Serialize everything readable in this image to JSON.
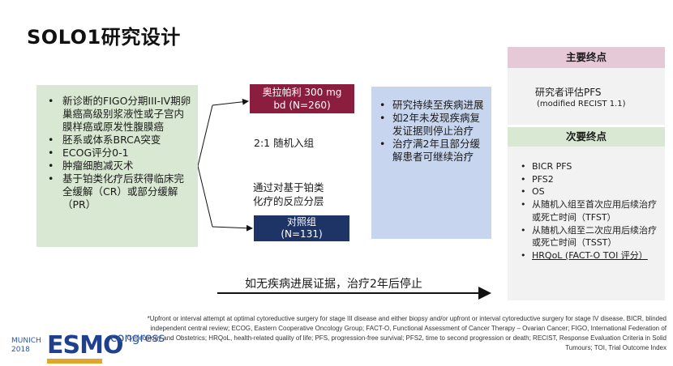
{
  "title": "SOLO1研究设计",
  "eligibility": {
    "items": [
      "新诊断的FIGO分期III-IV期卵巢癌高级别浆液性或子宫内膜样癌或原发性腹膜癌",
      "胚系或体系BRCA突变",
      "ECOG评分0-1",
      "肿瘤细胞减灭术",
      "基于铂类化疗后获得临床完全缓解（CR）或部分缓解（PR）"
    ]
  },
  "arms": {
    "olaparib_line1": "奥拉帕利 300 mg",
    "olaparib_line2": "bd (N=260)",
    "placebo_line1": "对照组",
    "placebo_line2": "(N=131)"
  },
  "randomization": {
    "ratio": "2:1 随机入组",
    "strat_line1": "通过对基于铂类",
    "strat_line2": "化疗的反应分层"
  },
  "treatment": {
    "items": [
      "研究持续至疾病进展",
      "如2年未发现疾病复发证据则停止治疗",
      "治疗满2年且部分缓解患者可继续治疗"
    ]
  },
  "endpoints": {
    "primary_header": "主要终点",
    "primary_line1": "研究者评估PFS",
    "primary_line2": "(modified RECIST 1.1)",
    "secondary_header": "次要终点",
    "secondary_items": [
      "BICR PFS",
      "PFS2",
      "OS",
      "从随机入组至首次应用后续治疗或死亡时间（TFST）",
      "从随机入组至二次应用后续治疗或死亡时间（TSST）",
      "HRQoL (FACT-O TOI 评分）"
    ]
  },
  "timeline_label": "如无疾病进展证据，治疗2年后停止",
  "footnote": "*Upfront or interval attempt at optimal cytoreductive surgery for stage III disease and either biopsy and/or upfront or interval cytoreductive surgery for stage IV disease. BICR, blinded independent central review; ECOG, Eastern Cooperative Oncology Group; FACT-O, Functional Assessment of Cancer Therapy – Ovarian Cancer; FIGO, International Federation of Gynecology and Obstetrics; HRQoL, health-related quality of life; PFS, progression-free survival; PFS2, time to second progression or death; RECIST, Response Evaluation Criteria in Solid Tumours; TOI, Trial Outcome Index",
  "logo": {
    "city": "MUNICH",
    "year": "2018",
    "name": "ESMO",
    "suffix": "congress"
  },
  "colors": {
    "olaparib": "#8b1e3f",
    "placebo": "#1f3466",
    "eligibility_bg": "#d9e8d2",
    "treatment_bg": "#c8d5ee",
    "primary_header_bg": "#e6c9d6"
  }
}
